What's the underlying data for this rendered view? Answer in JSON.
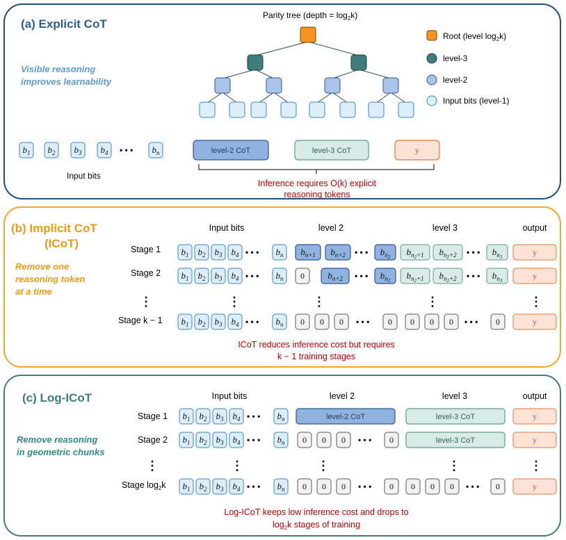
{
  "colors": {
    "panel_a": "#1f4e79",
    "panel_b": "#f5a623",
    "panel_c": "#3f7c7a",
    "title_a": "#2e5e91",
    "title_b": "#f09a1a",
    "title_c": "#3f7c7a",
    "note_a": "#5b9bd5",
    "note_b": "#f09a1a",
    "note_c": "#2e8b84",
    "red_text": "#c00000",
    "bit_fill": "#dbeefa",
    "bit_stroke": "#3a86c8",
    "level2_fill": "#8fb2de",
    "level2_stroke": "#2f5597",
    "level3_fill": "#d9ebe6",
    "level3_stroke": "#5a9a8a",
    "y_fill": "#fde3d6",
    "y_stroke": "#e0793f",
    "zero_fill": "#f2f2f2",
    "zero_stroke": "#595959",
    "root_fill": "#f7931e",
    "level3_node_fill": "#3d7d7b",
    "level2_node_fill": "#a9c4e8",
    "leaf_fill": "#dbeefa"
  },
  "panel_a": {
    "title": "(a) Explicit CoT",
    "note_line1": "Visible reasoning",
    "note_line2": "improves learnability",
    "tree_title": "Parity tree (depth = log",
    "tree_title_sub": "2",
    "tree_title_end": "k)",
    "legend": [
      {
        "label": "Root (level log",
        "sub": "2",
        "end": "k)",
        "icon": "root-node-icon"
      },
      {
        "label": "level-3",
        "sub": "",
        "end": "",
        "icon": "level3-node-icon"
      },
      {
        "label": "level-2",
        "sub": "",
        "end": "",
        "icon": "level2-node-icon"
      },
      {
        "label": "Input bits (level-1)",
        "sub": "",
        "end": "",
        "icon": "leaf-node-icon"
      }
    ],
    "bits": [
      "1",
      "2",
      "3",
      "4",
      "n"
    ],
    "bit_letter": "b",
    "dots": "• • •",
    "input_bits_label": "Input bits",
    "level2_cot": "level-2 CoT",
    "level3_cot": "level-3 CoT",
    "y": "y",
    "inference_line1": "Inference requires O(k) explicit",
    "inference_line2": "reasoning tokens"
  },
  "panel_b": {
    "title_line1": "(b) Implicit CoT",
    "title_line2": "(ICoT)",
    "note_line1": "Remove one",
    "note_line2": "reasoning token",
    "note_line3": "at a time",
    "col_input": "Input bits",
    "col_level2": "level 2",
    "col_level3": "level 3",
    "col_output": "output",
    "stage1": "Stage 1",
    "stage2": "Stage 2",
    "stage_last": "Stage k − 1",
    "vdots": "⋮",
    "l2_tokens": [
      "n+1",
      "n+2",
      "n2"
    ],
    "l3_tokens": [
      "n2+1",
      "n2+2",
      "n3"
    ],
    "zero": "0",
    "y": "y",
    "cost_line1": "ICoT reduces inference cost but requires",
    "cost_line2": "k − 1 training stages"
  },
  "panel_c": {
    "title": "(c) Log-ICoT",
    "note_line1": "Remove reasoning",
    "note_line2": "in geometric chunks",
    "col_input": "Input bits",
    "col_level2": "level 2",
    "col_level3": "level 3",
    "col_output": "output",
    "stage1": "Stage 1",
    "stage2": "Stage 2",
    "stage_last": "Stage log",
    "stage_last_sub": "2",
    "stage_last_end": "k",
    "level2_cot": "level-2 CoT",
    "level3_cot": "level-3 CoT",
    "zero": "0",
    "y": "y",
    "cost_line1": "Log-ICoT keeps low inference cost and drops to",
    "cost_line2": "log",
    "cost_line2_sub": "2",
    "cost_line2_end": "k stages of training"
  }
}
